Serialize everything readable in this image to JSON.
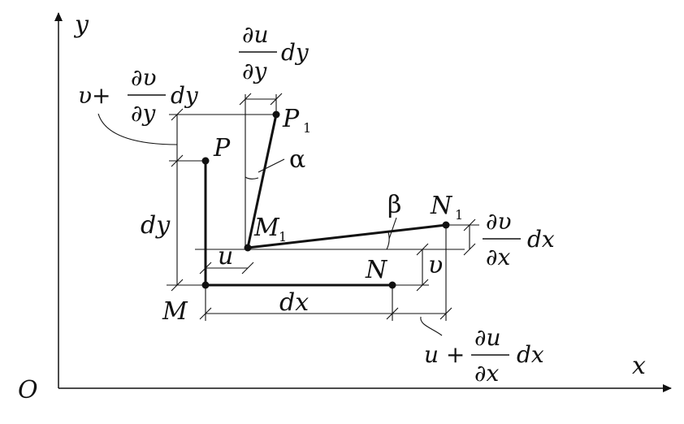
{
  "axes": {
    "origin": "O",
    "x": "x",
    "y": "y"
  },
  "points": {
    "M": "M",
    "N": "N",
    "P": "P",
    "M1": "M",
    "M1_sub": "1",
    "N1": "N",
    "N1_sub": "1",
    "P1": "P",
    "P1_sub": "1"
  },
  "angles": {
    "alpha": "α",
    "beta": "β"
  },
  "dims": {
    "dx": "dx",
    "dy": "dy",
    "u": "u",
    "v": "υ"
  },
  "formulas": {
    "du_dy_dy": {
      "num": "∂u",
      "den": "∂y",
      "tail": "dy"
    },
    "v_plus": {
      "lead": "υ+",
      "num": "∂υ",
      "den": "∂y",
      "tail": "dy"
    },
    "dv_dx_dx": {
      "num": "∂υ",
      "den": "∂x",
      "tail": "dx"
    },
    "u_plus": {
      "lead": "u +",
      "num": "∂u",
      "den": "∂x",
      "tail": "dx"
    }
  }
}
